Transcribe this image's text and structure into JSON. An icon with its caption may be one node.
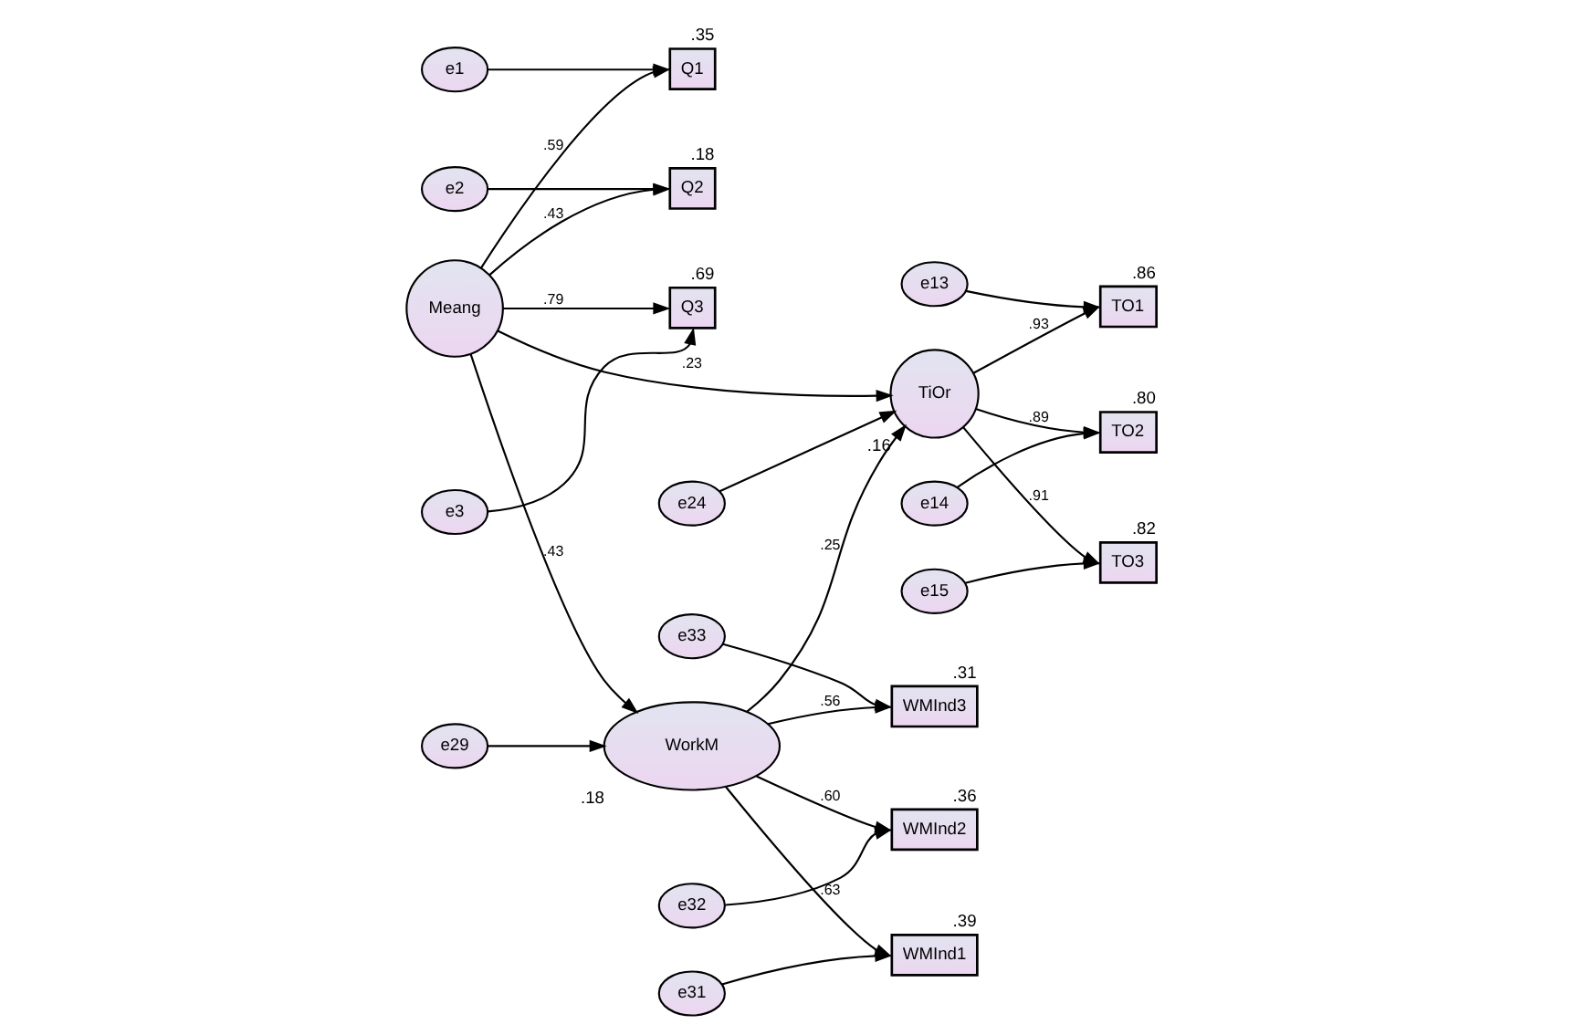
{
  "diagram": {
    "nodes": [
      {
        "text": [
          "e1"
        ]
      },
      {
        "text": [
          "Q1"
        ],
        "beside": [
          ".35"
        ]
      },
      {
        "text": [
          "e2"
        ]
      },
      {
        "text": [
          "Q2"
        ],
        "beside": [
          ".18"
        ]
      },
      {
        "text": [
          "Meang"
        ]
      },
      {
        "text": [
          "e3"
        ]
      },
      {
        "text": [
          "Q3"
        ],
        "beside": [
          ".69"
        ]
      },
      {
        "text": [
          "e24"
        ]
      },
      {
        "text": [
          "TiOr"
        ],
        "beside": [
          ".16"
        ]
      },
      {
        "text": [
          "TO1"
        ],
        "beside": [
          ".86"
        ]
      },
      {
        "text": [
          "e13"
        ]
      },
      {
        "text": [
          "TO2"
        ],
        "beside": [
          ".80"
        ]
      },
      {
        "text": [
          "e14"
        ]
      },
      {
        "text": [
          "TO3"
        ],
        "beside": [
          ".82"
        ]
      },
      {
        "text": [
          "e15"
        ]
      },
      {
        "text": [
          "e29"
        ]
      },
      {
        "text": [
          "WorkM"
        ],
        "beside": [
          ".18"
        ]
      },
      {
        "text": [
          "WMInd3"
        ],
        "beside": [
          ".31"
        ]
      },
      {
        "text": [
          "WMInd2"
        ],
        "beside": [
          ".36"
        ]
      },
      {
        "text": [
          "WMInd1"
        ],
        "beside": [
          ".39"
        ]
      },
      {
        "text": [
          "e33"
        ]
      },
      {
        "text": [
          "e32"
        ]
      },
      {
        "text": [
          "e31"
        ]
      }
    ],
    "edges": [
      {
        "from": 0,
        "to": 1,
        "arrow": "to"
      },
      {
        "from": 2,
        "to": 3,
        "arrow": "to"
      },
      {
        "from": 5,
        "to": 6,
        "arrow": "to"
      },
      {
        "from": 4,
        "to": 1,
        "arrow": "to",
        "label": ".59"
      },
      {
        "from": 4,
        "to": 3,
        "arrow": "to",
        "label": ".43"
      },
      {
        "from": 4,
        "to": 6,
        "arrow": "to",
        "label": ".79"
      },
      {
        "from": 4,
        "to": 8,
        "arrow": "to",
        "label": ".23"
      },
      {
        "from": 4,
        "to": 16,
        "arrow": "to",
        "label": ".43"
      },
      {
        "from": 16,
        "to": 8,
        "arrow": "to",
        "label": ".25"
      },
      {
        "from": 7,
        "to": 8,
        "arrow": "to"
      },
      {
        "from": 8,
        "to": 9,
        "arrow": "to",
        "label": ".93"
      },
      {
        "from": 8,
        "to": 11,
        "arrow": "to",
        "label": ".89"
      },
      {
        "from": 8,
        "to": 13,
        "arrow": "to",
        "label": ".91"
      },
      {
        "from": 10,
        "to": 9,
        "arrow": "to"
      },
      {
        "from": 12,
        "to": 11,
        "arrow": "to"
      },
      {
        "from": 14,
        "to": 13,
        "arrow": "to"
      },
      {
        "from": 15,
        "to": 16,
        "arrow": "to"
      },
      {
        "from": 16,
        "to": 17,
        "arrow": "to",
        "label": ".56"
      },
      {
        "from": 16,
        "to": 18,
        "arrow": "to",
        "label": ".60"
      },
      {
        "from": 16,
        "to": 19,
        "arrow": "to",
        "label": ".63"
      },
      {
        "from": 20,
        "to": 17,
        "arrow": "to"
      },
      {
        "from": 21,
        "to": 18,
        "arrow": "to"
      },
      {
        "from": 22,
        "to": 19,
        "arrow": "to"
      }
    ]
  }
}
